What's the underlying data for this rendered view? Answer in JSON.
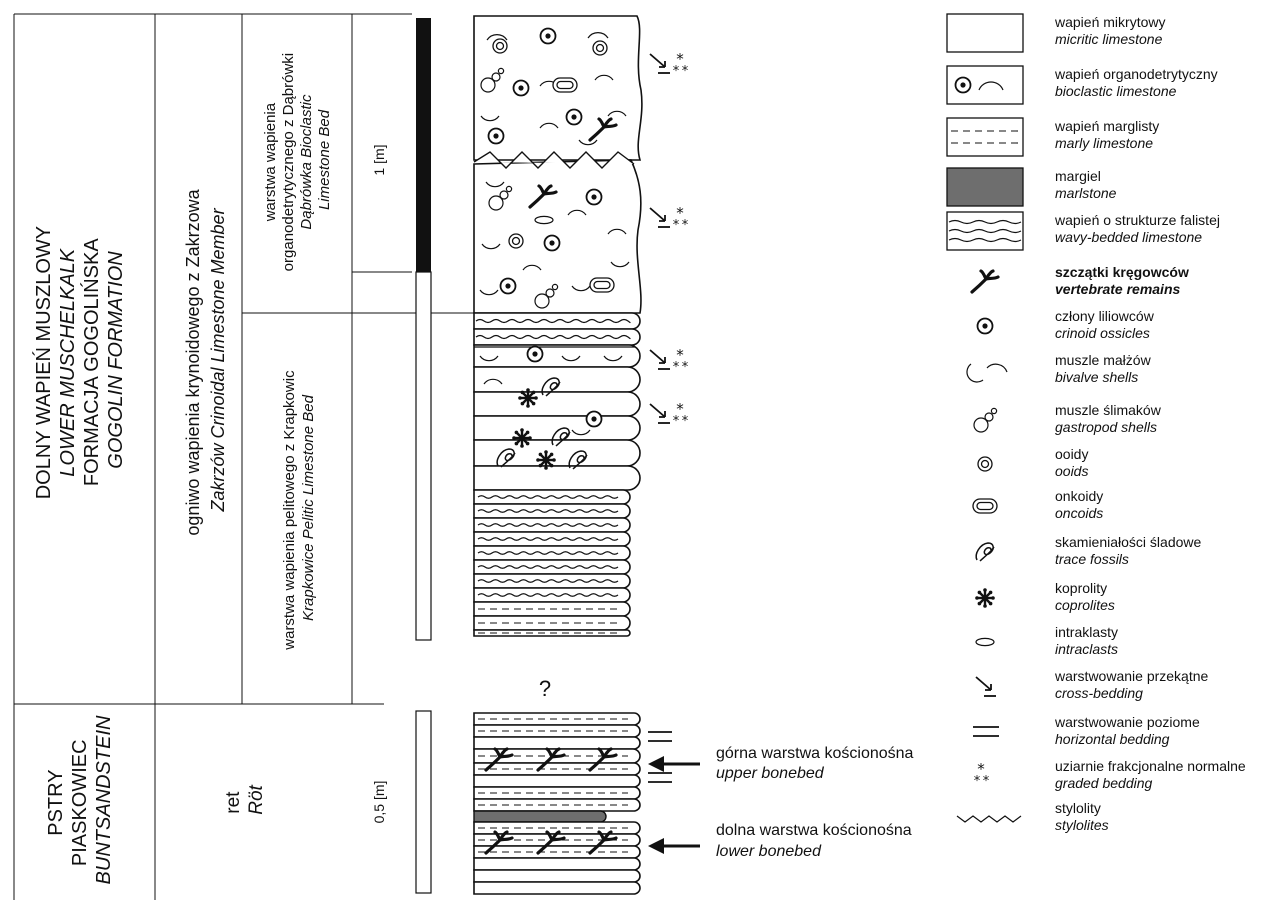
{
  "stratigraphy": {
    "lower_muschelkalk": {
      "line1": "DOLNY WAPIEŃ MUSZLOWY",
      "line2": "LOWER MUSCHELKALK",
      "line3": "FORMACJA GOGOLIŃSKA",
      "line4": "GOGOLIN FORMATION"
    },
    "zakrzow_member": {
      "line1": "ogniwo wapienia krynoidowego z Zakrzowa",
      "line2": "Zakrzów Crinoidal Limestone Member"
    },
    "dabrowka_bed": {
      "line1": "warstwa wapienia",
      "line2": "organodetrytycznego z Dąbrówki",
      "line3": "Dąbrówka Bioclastic",
      "line4": "Limestone Bed"
    },
    "krapkowice_bed": {
      "line1": "warstwa wapienia pelitowego z Krapkowic",
      "line2": "Krapkowice Pelitic Limestone Bed"
    },
    "buntsandstein": {
      "line1": "PSTRY",
      "line2": "PIASKOWIEC",
      "line3": "BUNTSANDSTEIN"
    },
    "rot": {
      "line1": "ret",
      "line2": "Röt"
    }
  },
  "scale": {
    "upper_label": "1 [m]",
    "lower_label": "0,5 [m]"
  },
  "section": {
    "gap_label": "?",
    "upper_bonebed": {
      "pl": "górna warstwa kościonośna",
      "en": "upper bonebed"
    },
    "lower_bonebed": {
      "pl": "dolna warstwa kościonośna",
      "en": "lower bonebed"
    }
  },
  "legend": [
    {
      "icon": "micritic-limestone-icon",
      "pl": "wapień mikrytowy",
      "en": "micritic limestone",
      "bold": false
    },
    {
      "icon": "bioclastic-limestone-icon",
      "pl": "wapień organodetrytyczny",
      "en": "bioclastic limestone",
      "bold": false
    },
    {
      "icon": "marly-limestone-icon",
      "pl": "wapień marglisty",
      "en": "marly limestone",
      "bold": false
    },
    {
      "icon": "marlstone-icon",
      "pl": "margiel",
      "en": "marlstone",
      "bold": false
    },
    {
      "icon": "wavy-bedded-limestone-icon",
      "pl": "wapień o strukturze falistej",
      "en": "wavy-bedded limestone",
      "bold": false
    },
    {
      "icon": "vertebrate-remains-icon",
      "pl": "szczątki kręgowców",
      "en": "vertebrate remains",
      "bold": true
    },
    {
      "icon": "crinoid-ossicle-icon",
      "pl": "człony liliowców",
      "en": "crinoid ossicles",
      "bold": false
    },
    {
      "icon": "bivalve-shell-icon",
      "pl": "muszle małżów",
      "en": "bivalve shells",
      "bold": false
    },
    {
      "icon": "gastropod-shell-icon",
      "pl": "muszle ślimaków",
      "en": "gastropod shells",
      "bold": false
    },
    {
      "icon": "ooid-icon",
      "pl": "ooidy",
      "en": "ooids",
      "bold": false
    },
    {
      "icon": "oncoid-icon",
      "pl": "onkoidy",
      "en": "oncoids",
      "bold": false
    },
    {
      "icon": "trace-fossil-icon",
      "pl": "skamieniałości śladowe",
      "en": "trace fossils",
      "bold": false
    },
    {
      "icon": "coprolite-icon",
      "pl": "koprolity",
      "en": "coprolites",
      "bold": false
    },
    {
      "icon": "intraclast-icon",
      "pl": "intraklasty",
      "en": "intraclasts",
      "bold": false
    },
    {
      "icon": "cross-bedding-icon",
      "pl": "warstwowanie przekątne",
      "en": "cross-bedding",
      "bold": false
    },
    {
      "icon": "horizontal-bedding-icon",
      "pl": "warstwowanie poziome",
      "en": "horizontal bedding",
      "bold": false
    },
    {
      "icon": "graded-bedding-icon",
      "pl": "uziarnie frakcjonalne normalne",
      "en": "graded bedding",
      "bold": false
    },
    {
      "icon": "stylolite-icon",
      "pl": "stylolity",
      "en": "stylolites",
      "bold": false
    }
  ],
  "colors": {
    "ink": "#111111",
    "marlstone": "#6e6e6e",
    "paper": "#ffffff"
  }
}
